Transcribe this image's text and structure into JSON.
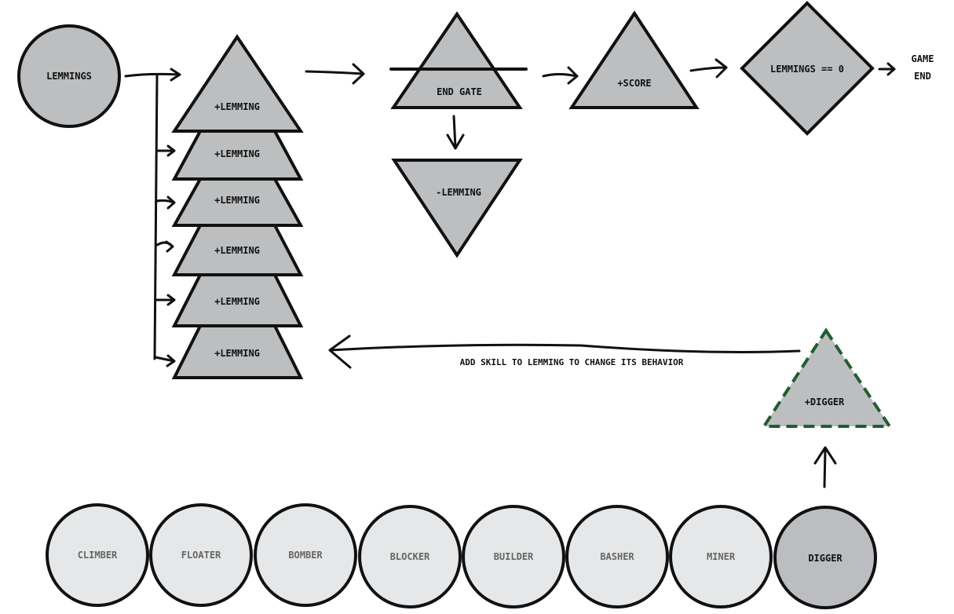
{
  "nodes": {
    "start": "LEMMINGS",
    "spawn": [
      "+LEMMING",
      "+LEMMING",
      "+LEMMING",
      "+LEMMING",
      "+LEMMING",
      "+LEMMING"
    ],
    "end_gate": "END GATE",
    "minus_lemming": "-LEMMING",
    "score": "+SCORE",
    "condition": "LEMMINGS == 0",
    "game_end": [
      "GAME",
      "END"
    ],
    "digger_skill": "+DIGGER"
  },
  "annotation": "ADD SKILL TO LEMMING TO CHANGE ITS BEHAVIOR",
  "skills": [
    "CLIMBER",
    "FLOATER",
    "BOMBER",
    "BLOCKER",
    "BUILDER",
    "BASHER",
    "MINER",
    "DIGGER"
  ],
  "selected_skill": "DIGGER",
  "colors": {
    "node_fill": "#bcbec0",
    "skill_fill": "#e6e7e8",
    "selected_fill": "#bcbdc0",
    "dashed_border": "#1e5e30"
  }
}
